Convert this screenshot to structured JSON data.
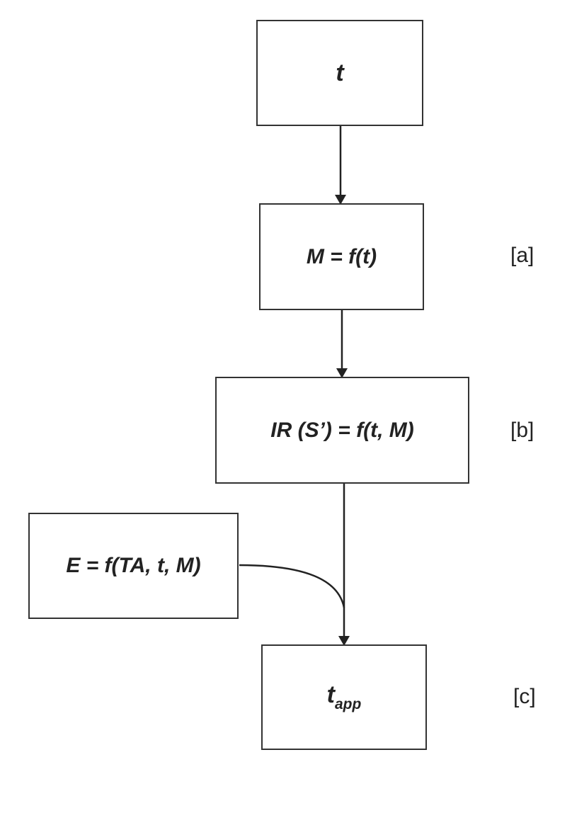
{
  "nodes": {
    "t": {
      "label": "t"
    },
    "m": {
      "label": "M = f(t)"
    },
    "ir": {
      "label": "IR (S’) = f(t, M)"
    },
    "e": {
      "label": "E = f(TA, t, M)"
    },
    "tapp": {
      "label": "t",
      "subscript": "app"
    }
  },
  "tags": {
    "a": "[a]",
    "b": "[b]",
    "c": "[c]"
  },
  "colors": {
    "line": "#222222",
    "border": "#333333",
    "text": "#222222"
  }
}
